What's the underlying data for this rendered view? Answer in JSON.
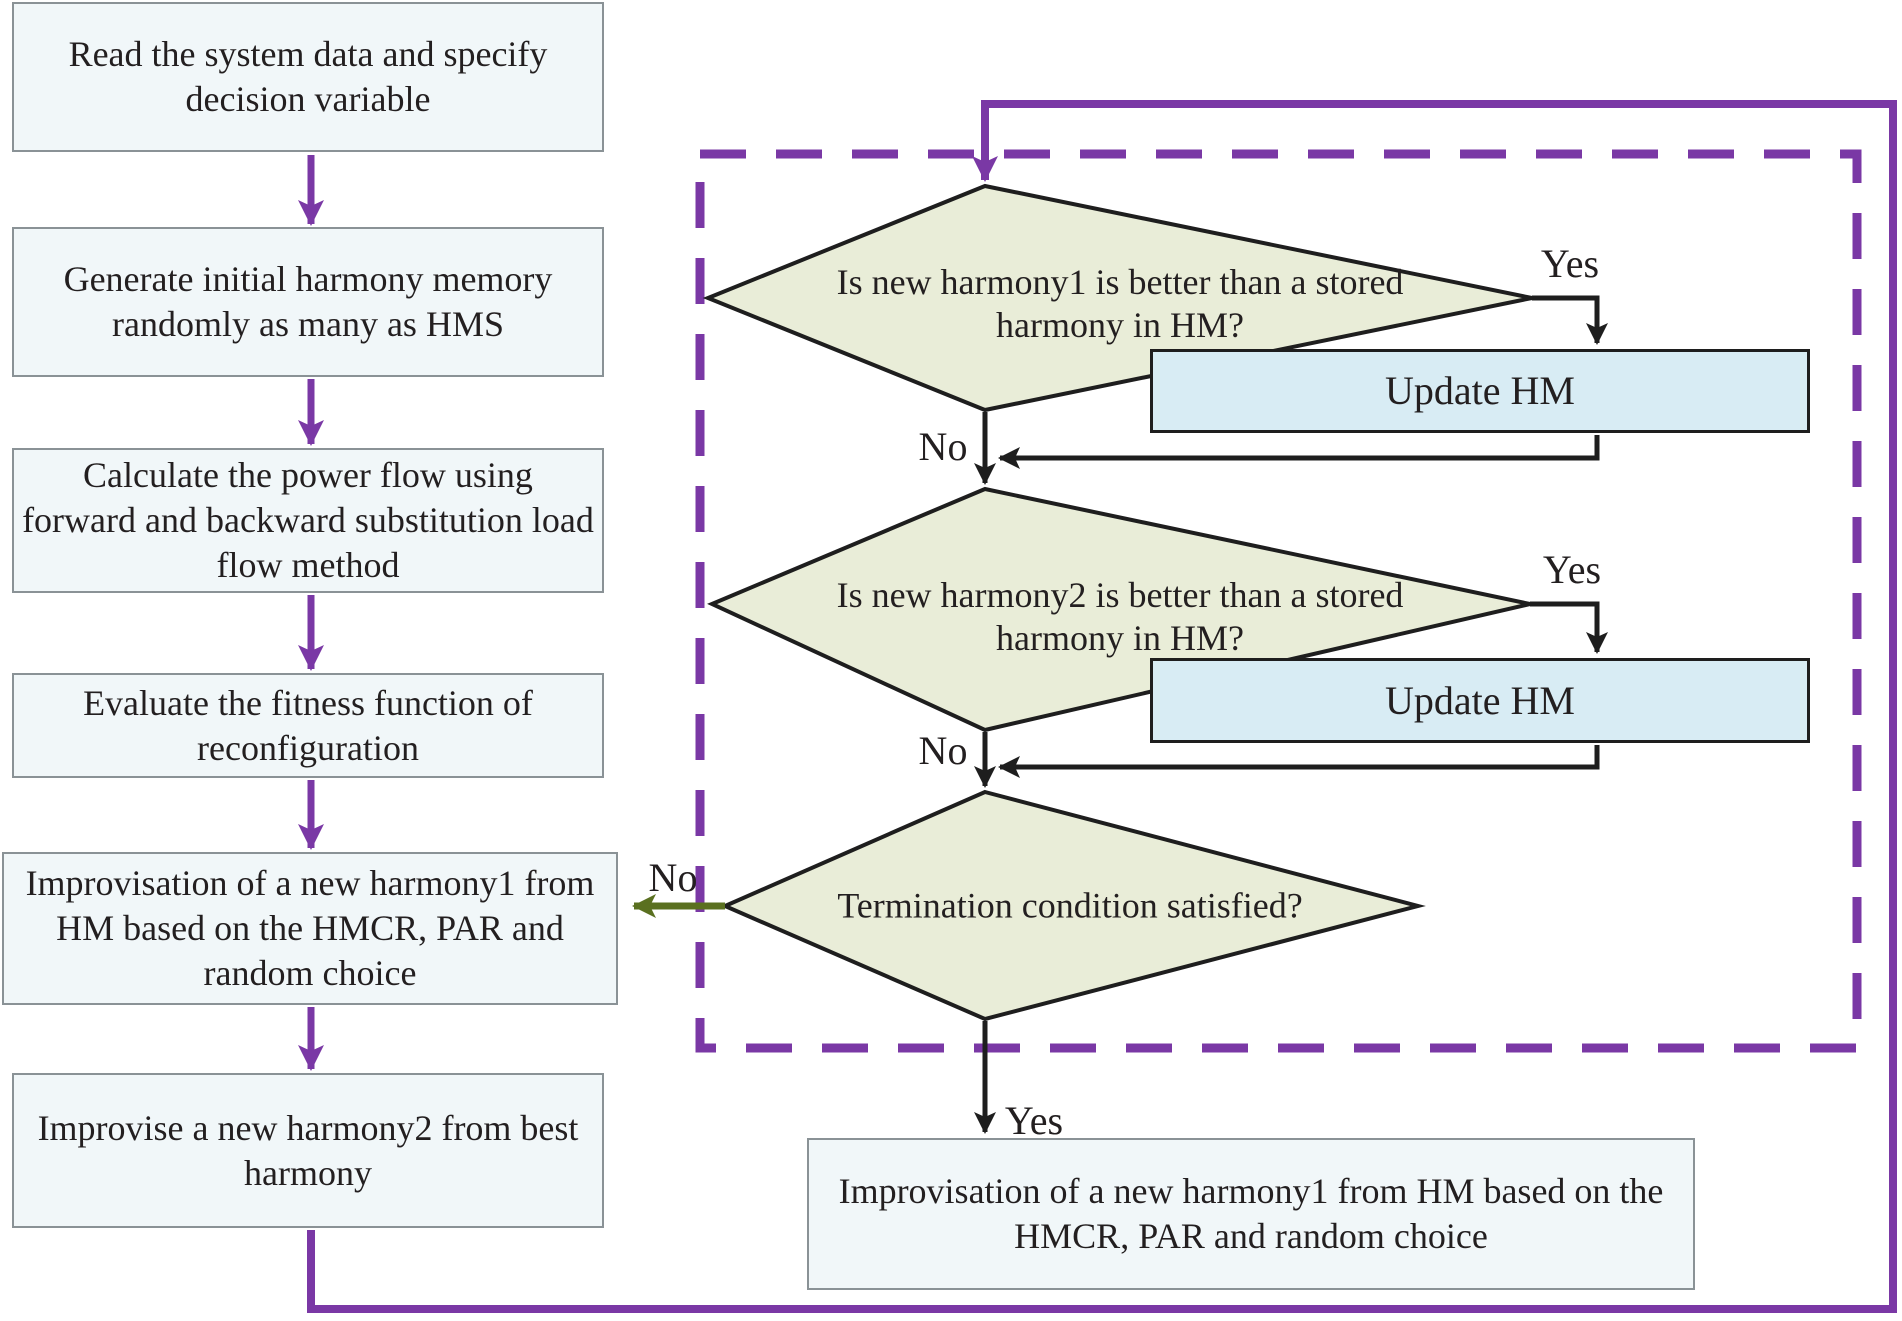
{
  "palette": {
    "loop_purple": "#7a38a5",
    "no_exit_green": "#5a7020",
    "process_fill": "#f1f7f9",
    "process_border": "#8a9296",
    "decision_fill": "#e9edd8",
    "update_fill": "#d8ecf4",
    "line_black": "#1e1e1e"
  },
  "process_boxes": [
    {
      "label": "Read the system data and specify\ndecision variable"
    },
    {
      "label": "Generate initial harmony memory\nrandomly as many as HMS"
    },
    {
      "label": "Calculate the power flow using\nforward and backward substitution load\nflow method"
    },
    {
      "label": "Evaluate the fitness function of\nreconfiguration"
    },
    {
      "label": "Improvisation of a new harmony1 from\nHM based on the HMCR, PAR and\nrandom choice"
    },
    {
      "label": "Improvise a new harmony2 from best\nharmony"
    }
  ],
  "decisions": [
    {
      "question": "Is new harmony1 is better than a stored\nharmony in HM?",
      "yes_label": "Yes",
      "no_label": "No",
      "yes_action": "Update HM"
    },
    {
      "question": "Is new harmony2 is better than a stored\nharmony in HM?",
      "yes_label": "Yes",
      "no_label": "No",
      "yes_action": "Update HM"
    },
    {
      "question": "Termination condition satisfied?",
      "yes_label": "Yes",
      "no_label": "No"
    }
  ],
  "final_box": {
    "label": "Improvisation of a new harmony1 from HM based on the\nHMCR, PAR and random choice"
  }
}
